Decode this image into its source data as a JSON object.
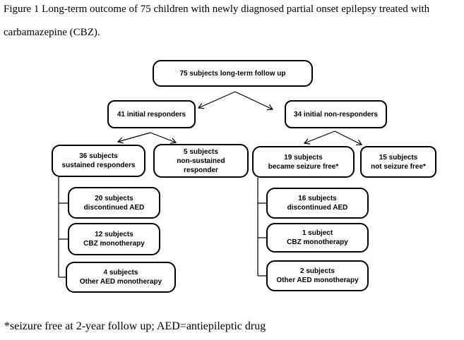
{
  "figure": {
    "caption_line1": "Figure 1 Long-term outcome of 75 children with newly diagnosed partial onset epilepsy treated with",
    "caption_line2": "carbamazepine (CBZ).",
    "footnote": "*seizure free at 2-year follow up; AED=antiepileptic drug"
  },
  "flowchart": {
    "colors": {
      "box_fill": "#ffffff",
      "box_border": "#000000",
      "text": "#000000"
    },
    "nodes": [
      {
        "id": "follow-up-75",
        "lines": [
          "75 subjects long-term follow up"
        ]
      },
      {
        "id": "initial-responders-41",
        "lines": [
          "41 initial responders"
        ]
      },
      {
        "id": "initial-non-responders-34",
        "lines": [
          "34 initial non-responders"
        ]
      },
      {
        "id": "sustained-responders-36",
        "lines": [
          "36 subjects",
          "sustained responders"
        ]
      },
      {
        "id": "non-sustained-responder-5",
        "lines": [
          "5 subjects",
          "non-sustained",
          "responder"
        ]
      },
      {
        "id": "became-seizure-free-19",
        "lines": [
          "19 subjects",
          "became seizure free*"
        ]
      },
      {
        "id": "not-seizure-free-15",
        "lines": [
          "15 subjects",
          "not seizure free*"
        ]
      },
      {
        "id": "discontinued-aed-20",
        "lines": [
          "20 subjects",
          "discontinued AED"
        ]
      },
      {
        "id": "cbz-monotherapy-12",
        "lines": [
          "12 subjects",
          "CBZ monotherapy"
        ]
      },
      {
        "id": "other-aed-monotherapy-4",
        "lines": [
          "4 subjects",
          "Other AED monotherapy"
        ]
      },
      {
        "id": "discontinued-aed-16",
        "lines": [
          "16 subjects",
          "discontinued AED"
        ]
      },
      {
        "id": "cbz-monotherapy-1",
        "lines": [
          "1 subject",
          "CBZ monotherapy"
        ]
      },
      {
        "id": "other-aed-monotherapy-2",
        "lines": [
          "2 subjects",
          "Other AED monotherapy"
        ]
      }
    ]
  }
}
